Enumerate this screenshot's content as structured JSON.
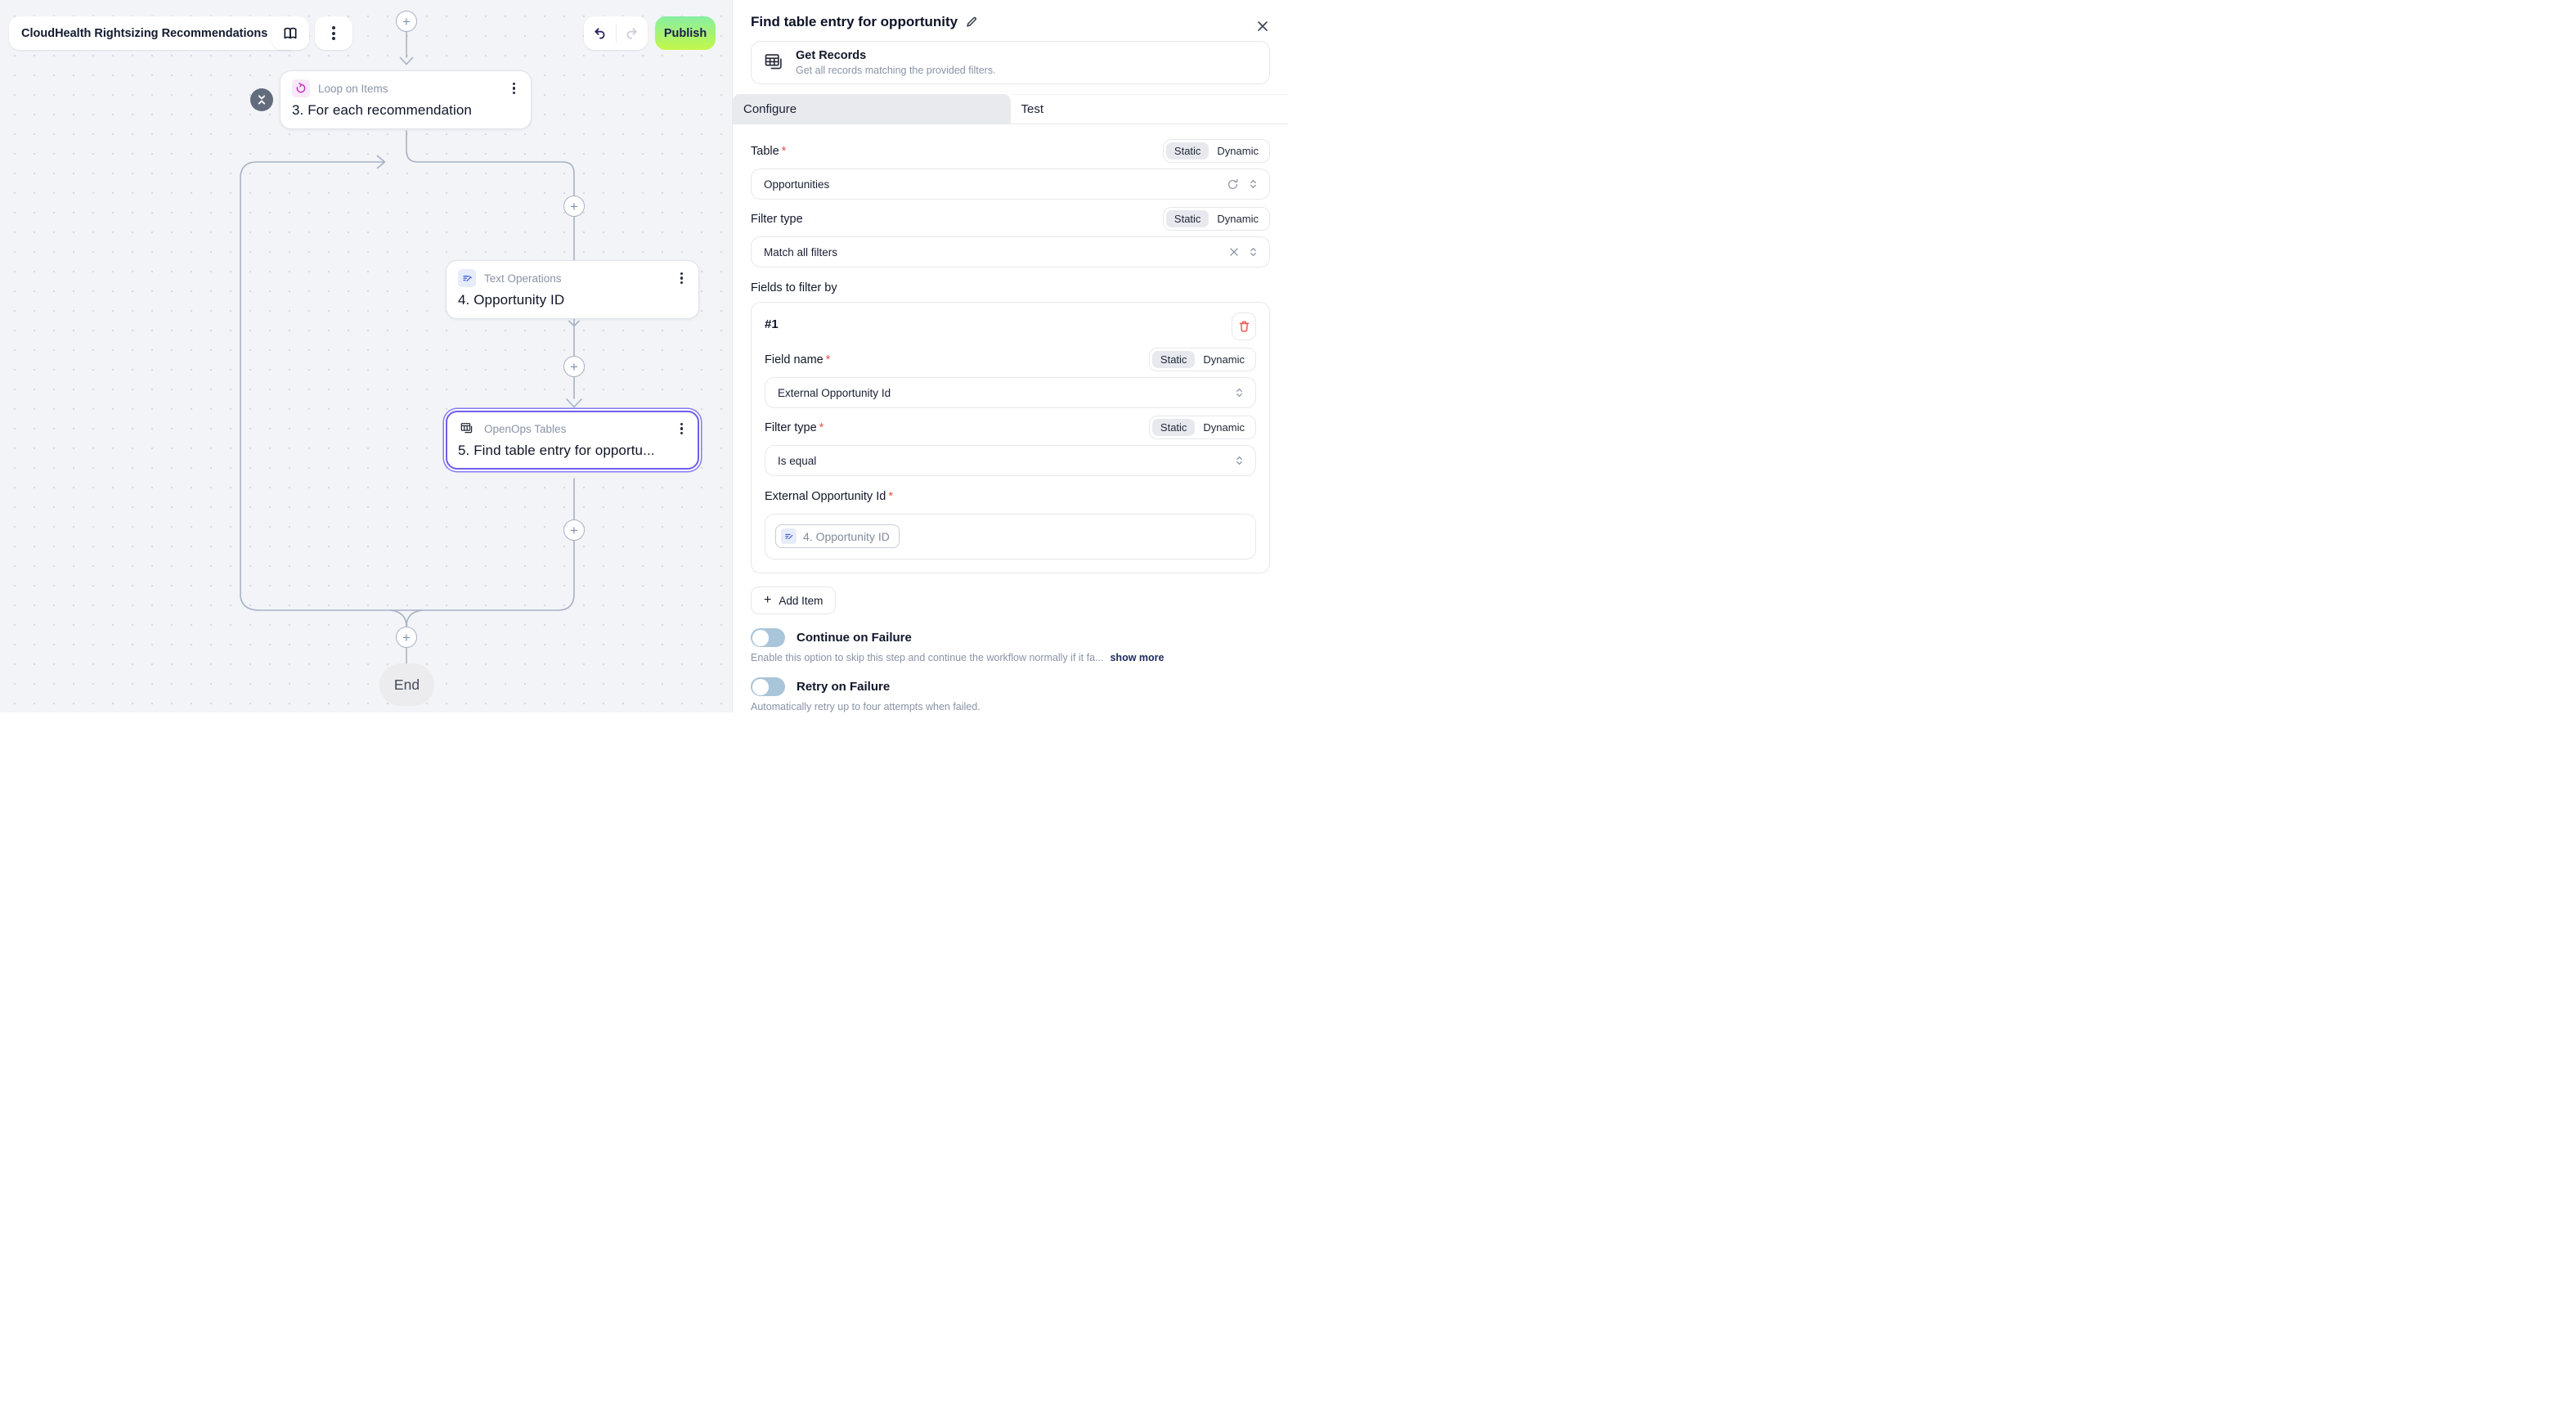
{
  "colors": {
    "canvas_bg": "#f3f4f8",
    "edge": "#a7b2c5",
    "selected_node_border": "#6c5fe8",
    "publish_gradient_top": "#87efa2",
    "publish_gradient_bottom": "#c3f748",
    "publish_text": "#1b1b4d",
    "loop_icon": "#c32cc4",
    "loop_icon_bg": "#f9e8f9",
    "textops_icon": "#3a57d7",
    "textops_icon_bg": "#e7ecfa",
    "danger": "#e8504a",
    "toggle_off": "#a9c5da",
    "link": "#1e2a5e"
  },
  "toolbar": {
    "flow_name": "CloudHealth Rightsizing Recommendations",
    "publish_label": "Publish"
  },
  "canvas": {
    "nodes": [
      {
        "app": "Loop on Items",
        "title": "3. For each recommendation"
      },
      {
        "app": "Text Operations",
        "title": "4. Opportunity ID"
      },
      {
        "app": "OpenOps Tables",
        "title": "5. Find table entry for opportu..."
      }
    ],
    "end_label": "End"
  },
  "panel": {
    "title": "Find table entry for opportunity",
    "action_name": "Get Records",
    "action_description": "Get all records matching the provided filters.",
    "tabs": {
      "configure": "Configure",
      "test": "Test"
    },
    "mode_toggle": {
      "static": "Static",
      "dynamic": "Dynamic"
    },
    "required_marker": "*",
    "table": {
      "label": "Table",
      "value": "Opportunities"
    },
    "filter_type": {
      "label": "Filter type",
      "value": "Match all filters"
    },
    "fields_section_label": "Fields to filter by",
    "filter_item": {
      "index": "#1",
      "field_name": {
        "label": "Field name",
        "value": "External Opportunity Id"
      },
      "filter_type": {
        "label": "Filter type",
        "value": "Is equal"
      },
      "value_field": {
        "label": "External Opportunity Id",
        "token": "4. Opportunity ID"
      }
    },
    "add_item_label": "Add Item",
    "continue_on_failure": {
      "label": "Continue on Failure",
      "description": "Enable this option to skip this step and continue the workflow normally if it fa...",
      "show_more": "show more"
    },
    "retry_on_failure": {
      "label": "Retry on Failure",
      "description": "Automatically retry up to four attempts when failed."
    }
  }
}
